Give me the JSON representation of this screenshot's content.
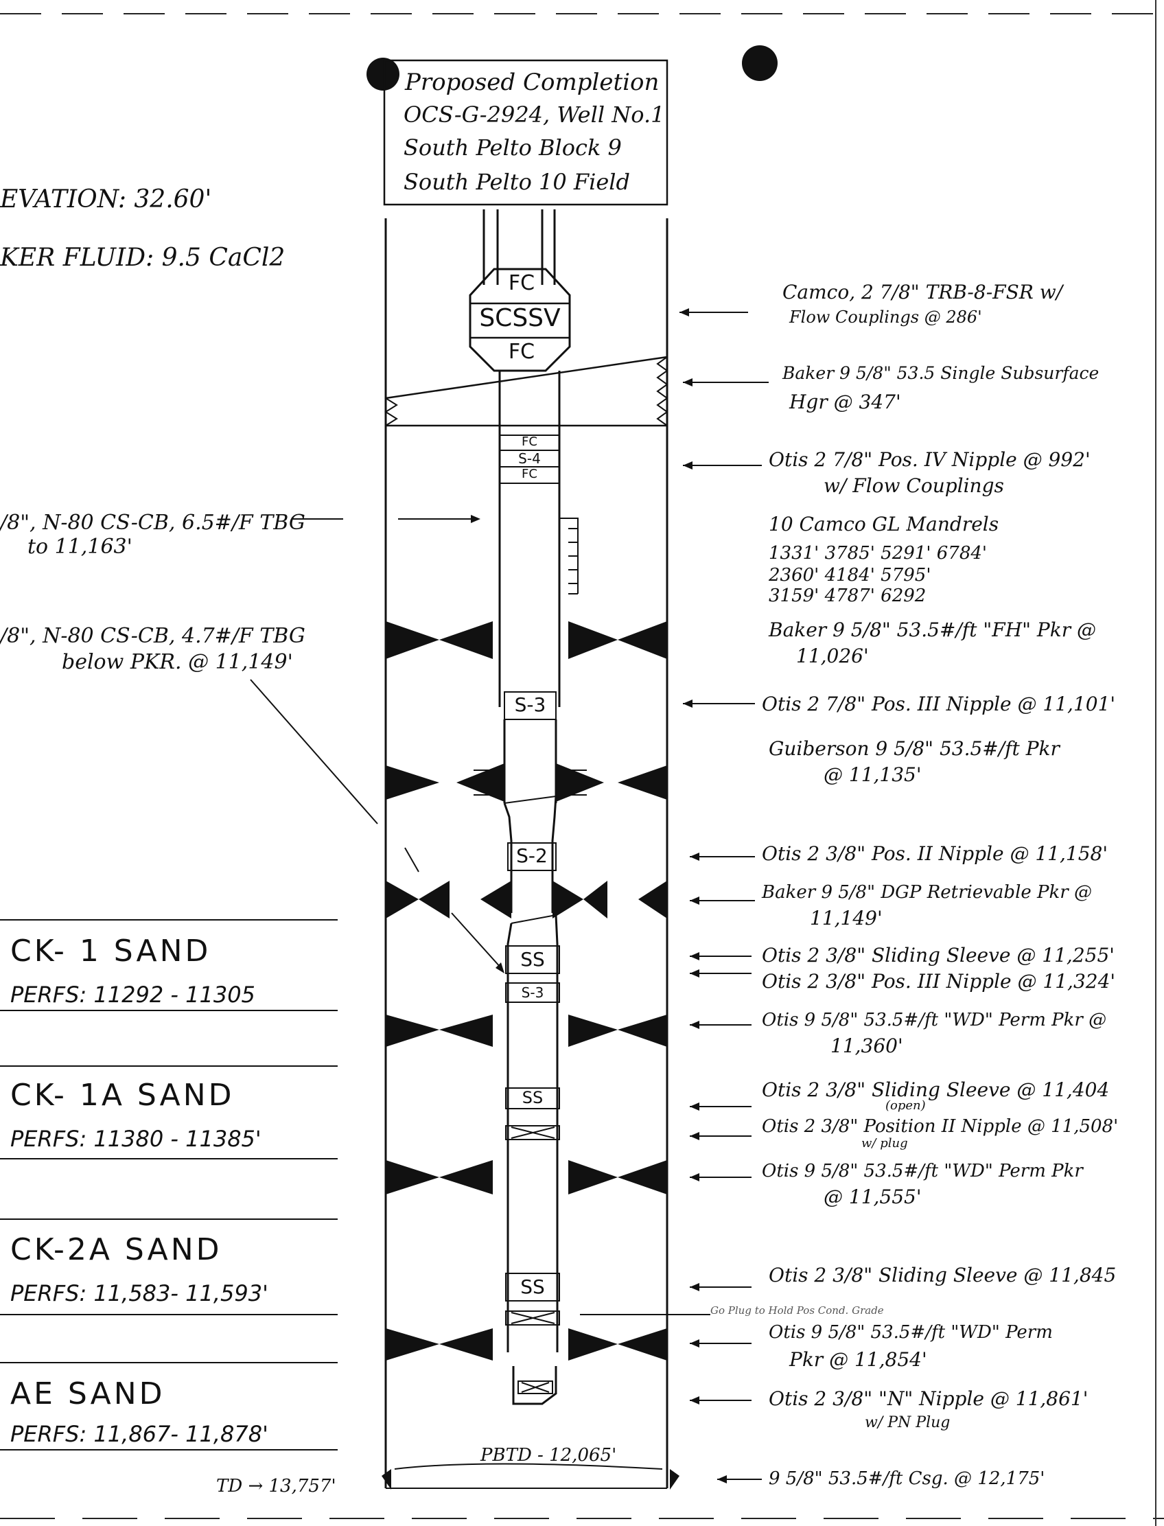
{
  "title_box": {
    "line1": "Proposed Completion",
    "line2": "OCS-G-2924, Well No.1",
    "line3": "South Pelto Block 9",
    "line4": "South Pelto 10 Field"
  },
  "left_info": {
    "elevation": "EVATION:  32.60'",
    "packer_fluid": "KER FLUID:  9.5 CaCl2",
    "tubing_upper_line1": "/8\", N-80 CS-CB, 6.5#/F TBG",
    "tubing_upper_line2": "to 11,163'",
    "tubing_lower_line1": "/8\", N-80 CS-CB, 4.7#/F TBG",
    "tubing_lower_line2": "below PKR. @ 11,149'"
  },
  "sands": [
    {
      "name": "CK- 1  SAND",
      "perfs": "PERFS: 11292 - 11305"
    },
    {
      "name": "CK- 1A  SAND",
      "perfs": "PERFS: 11380 - 11385'"
    },
    {
      "name": "CK-2A  SAND",
      "perfs": "PERFS: 11,583- 11,593'"
    },
    {
      "name": "AE  SAND",
      "perfs": "PERFS: 11,867- 11,878'"
    }
  ],
  "td": "TD → 13,757'",
  "pbtd": "PBTD - 12,065'",
  "tool_labels": {
    "fc_top": "FC",
    "scssv": "SCSSV",
    "fc_bottom": "FC",
    "fc_a": "FC",
    "s4": "S-4",
    "fc_b": "FC",
    "s3_upper": "S-3",
    "s2": "S-2",
    "ss1": "SS",
    "s3_lower": "S-3",
    "ss2": "SS",
    "ss3": "SS"
  },
  "annotations": [
    "Camco, 2 7/8\" TRB-8-FSR w/",
    "Flow Couplings @ 286'",
    "Baker 9 5/8\" 53.5 Single Subsurface",
    "Hgr @ 347'",
    "Otis 2 7/8\" Pos. IV Nipple @ 992'",
    "w/ Flow Couplings",
    "10 Camco GL Mandrels",
    "1331'  3785'  5291'  6784'",
    "2360'  4184'  5795'",
    "3159'  4787'  6292",
    "Baker 9 5/8\" 53.5#/ft \"FH\" Pkr @",
    "11,026'",
    "Otis 2 7/8\" Pos. III Nipple @ 11,101'",
    "Guiberson 9 5/8\" 53.5#/ft Pkr",
    "@ 11,135'",
    "Otis 2 3/8\" Pos. II Nipple @ 11,158'",
    "Baker 9 5/8\" DGP Retrievable Pkr @",
    "11,149'",
    "Otis 2 3/8\" Sliding Sleeve @ 11,255'",
    "Otis 2 3/8\" Pos. III Nipple @ 11,324'",
    "Otis 9 5/8\" 53.5#/ft \"WD\" Perm Pkr @",
    "11,360'",
    "Otis 2 3/8\" Sliding Sleeve @ 11,404",
    "(open)",
    "Otis 2 3/8\" Position II Nipple @ 11,508'",
    "w/ plug",
    "Otis 9 5/8\" 53.5#/ft \"WD\" Perm Pkr",
    "@ 11,555'",
    "Otis 2 3/8\" Sliding Sleeve @ 11,845",
    "Go Plug to Hold Pos Cond. Grade",
    "Otis 9 5/8\" 53.5#/ft \"WD\" Perm",
    "Pkr @ 11,854'",
    "Otis 2 3/8\" \"N\" Nipple @ 11,861'",
    "w/ PN Plug",
    "9 5/8\" 53.5#/ft Csg. @ 12,175'"
  ]
}
